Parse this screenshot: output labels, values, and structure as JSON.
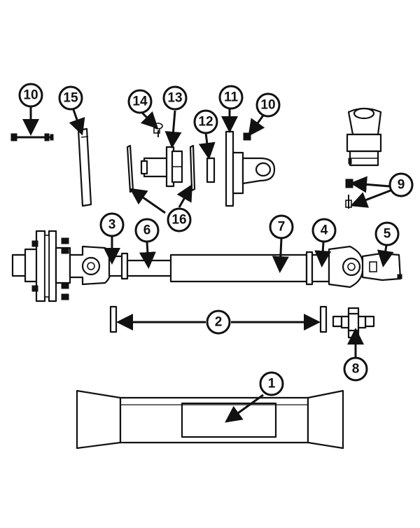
{
  "callouts": [
    {
      "id": "c10a",
      "label": "10"
    },
    {
      "id": "c15",
      "label": "15"
    },
    {
      "id": "c14",
      "label": "14"
    },
    {
      "id": "c13",
      "label": "13"
    },
    {
      "id": "c12",
      "label": "12"
    },
    {
      "id": "c11",
      "label": "11"
    },
    {
      "id": "c10b",
      "label": "10"
    },
    {
      "id": "c16",
      "label": "16"
    },
    {
      "id": "c9",
      "label": "9"
    },
    {
      "id": "c3",
      "label": "3"
    },
    {
      "id": "c6",
      "label": "6"
    },
    {
      "id": "c7",
      "label": "7"
    },
    {
      "id": "c4",
      "label": "4"
    },
    {
      "id": "c5",
      "label": "5"
    },
    {
      "id": "c2",
      "label": "2"
    },
    {
      "id": "c8",
      "label": "8"
    },
    {
      "id": "c1",
      "label": "1"
    }
  ]
}
